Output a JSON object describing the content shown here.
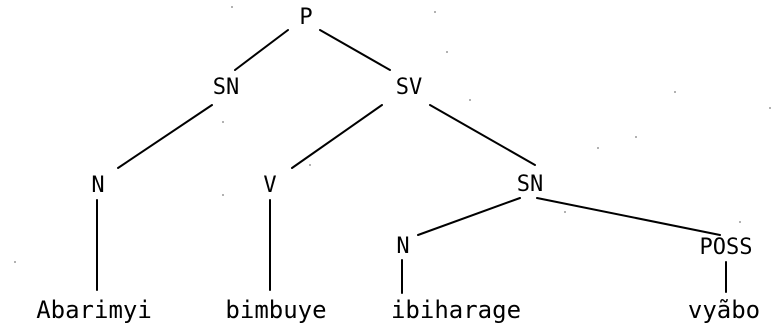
{
  "tree": {
    "nodes": {
      "p": "P",
      "sn_subject": "SN",
      "sv": "SV",
      "n_subject": "N",
      "v": "V",
      "sn_object": "SN",
      "n_object": "N",
      "poss": "POSS"
    },
    "words": {
      "subject": "Abarimyi",
      "verb": "bimbuye",
      "object": "ibiharage",
      "possessive": "vyãbo"
    },
    "colors": {
      "ink": "#000000",
      "background": "#ffffff"
    }
  }
}
